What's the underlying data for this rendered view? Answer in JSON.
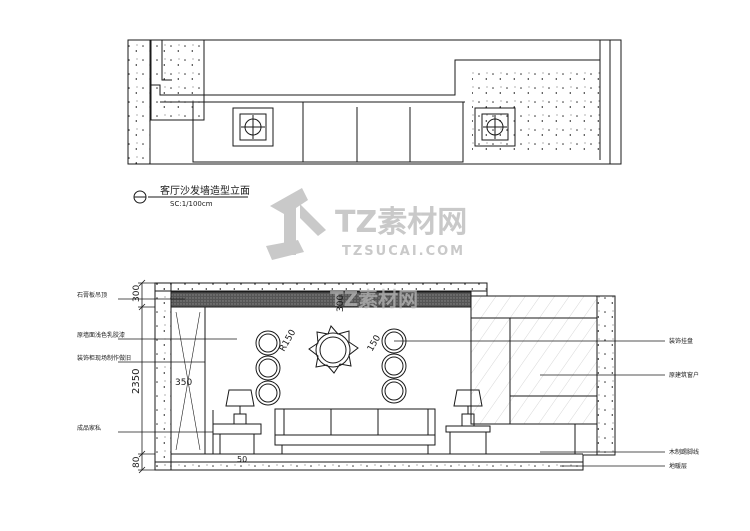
{
  "drawing_title": "客厅沙发墙造型立面",
  "drawing_scale": "SC:1/100cm",
  "watermark": {
    "brand": "TZ素材网",
    "url": "TZSUCAI.COM",
    "inline_brand": "TZ素材网"
  },
  "annotations_left": [
    "石膏板吊顶",
    "原墙面浅色乳胶漆",
    "装饰柜现场制作做旧",
    "成品家私"
  ],
  "annotations_right": [
    "装饰挂盘",
    "原建筑窗户",
    "木制踢脚线",
    "地暖层"
  ],
  "dimensions": {
    "ceiling": "300",
    "wall_height": "2350",
    "floor": "80",
    "ceiling_inner": "300",
    "radius_left": "R150",
    "radius_right": "150",
    "width_label": "350",
    "bottom_mark": "50"
  },
  "colors": {
    "line": "#1a1a1a",
    "ceiling_band": "#4a4a4a",
    "watermark": "#c9c9c9"
  }
}
